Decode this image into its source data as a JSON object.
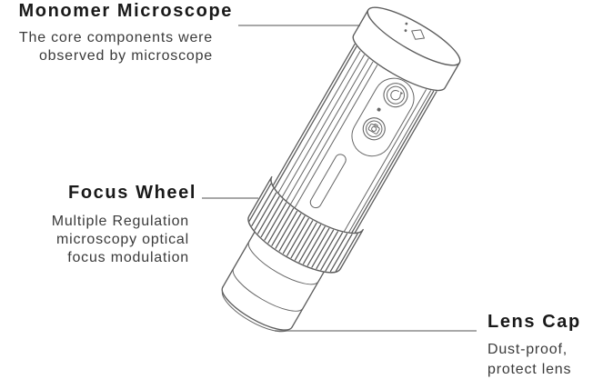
{
  "figure": {
    "background": "#ffffff",
    "line_color": "#666666",
    "knurl_color": "#585858",
    "leader_line_color": "#8c8c8c",
    "heading_color": "#191919",
    "body_text_color": "#3a3a3a"
  },
  "labels": {
    "monomer": {
      "title": "Monomer Microscope",
      "description_lines": [
        "The core components were",
        "observed by microscope"
      ]
    },
    "focus_wheel": {
      "title": "Focus Wheel",
      "description_lines": [
        "Multiple Regulation",
        "microscopy optical",
        "focus modulation"
      ]
    },
    "lens_cap": {
      "title": "Lens Cap",
      "description_lines": [
        "Dust-proof,",
        "protect lens"
      ]
    }
  },
  "device": {
    "icons": [
      "power-icon",
      "camera-icon",
      "led-indicator-dot",
      "diamond-logo"
    ]
  }
}
